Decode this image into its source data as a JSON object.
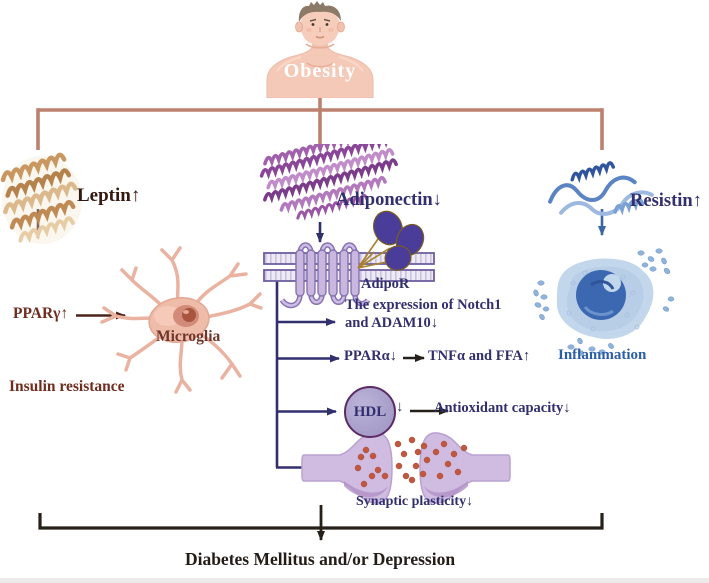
{
  "diagram": {
    "obesity": "Obesity",
    "leptin_branch": {
      "leptin": "Leptin↑",
      "ppar_gamma": "PPARγ↑",
      "microglia": "Microglia",
      "insulin_resistance": "Insulin resistance"
    },
    "adiponectin_branch": {
      "adiponectin": "Adiponectin↓",
      "receptor": "AdipoR",
      "notch_line1": "The expression of Notch1",
      "notch_line2": "and ADAM10↓",
      "ppar_alpha": "PPARα↓",
      "tnf_ffa": "TNFα and FFA↑",
      "hdl": "HDL",
      "hdl_down": "↓",
      "antioxidant": "Antioxidant capacity↓",
      "synaptic_plasticity": "Synaptic plasticity↓"
    },
    "resistin_branch": {
      "resistin": "Resistin↑",
      "inflammation": "Inflammation"
    },
    "outcome": "Diabetes Mellitus and/or Depression"
  },
  "colors": {
    "connector_salmon": "#bd8170",
    "navy_text": "#312f6e",
    "maroon_text": "#6e2d1f",
    "blue_text": "#2b5ea7",
    "resistin_arrow": "#39679f",
    "membrane_purple": "#8672b1",
    "hdl_border": "#5b2b66",
    "synapse_purple": "#cfbce0",
    "vesicle_red": "#c1573f",
    "outcome_black": "#241c17"
  }
}
